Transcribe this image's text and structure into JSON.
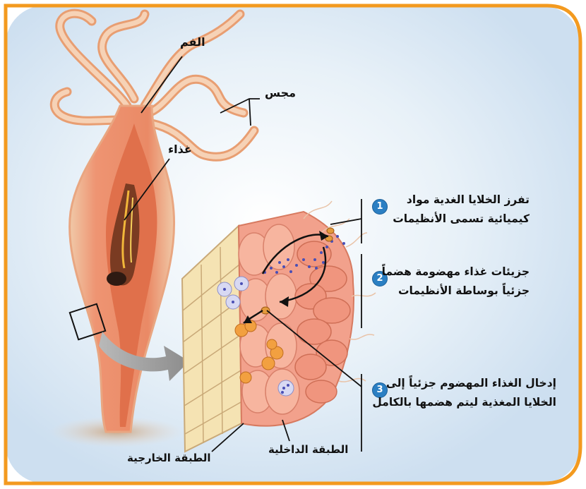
{
  "labels": {
    "mouth": "الفم",
    "tentacles": "مجس",
    "food": "غذاء",
    "outer_layer": "الطبقة الخارجية",
    "inner_layer": "الطبقة الداخلية"
  },
  "steps": [
    {
      "number": "1",
      "line1": "تفرز الخلايا الغدية مواد",
      "line2": "كيميائية تسمى الأنظيمات"
    },
    {
      "number": "2",
      "line1": "جزيئات غذاء مهضومة هضماً",
      "line2": "جزئياً بوساطة الأنظيمات"
    },
    {
      "number": "3",
      "line1": "إدخال الغذاء المهضوم جزئياً إلى",
      "line2": "الخلايا المغذية ليتم هضمها بالكامل"
    }
  ],
  "colors": {
    "frame": "#f39a1f",
    "body": "#ec8a66",
    "body_dark": "#d9653f",
    "tissue": "#f2a18c",
    "outer_cells": "#f5e3b3",
    "enzyme_dots": "#4a4fb5",
    "badge": "#2b7fc3"
  }
}
